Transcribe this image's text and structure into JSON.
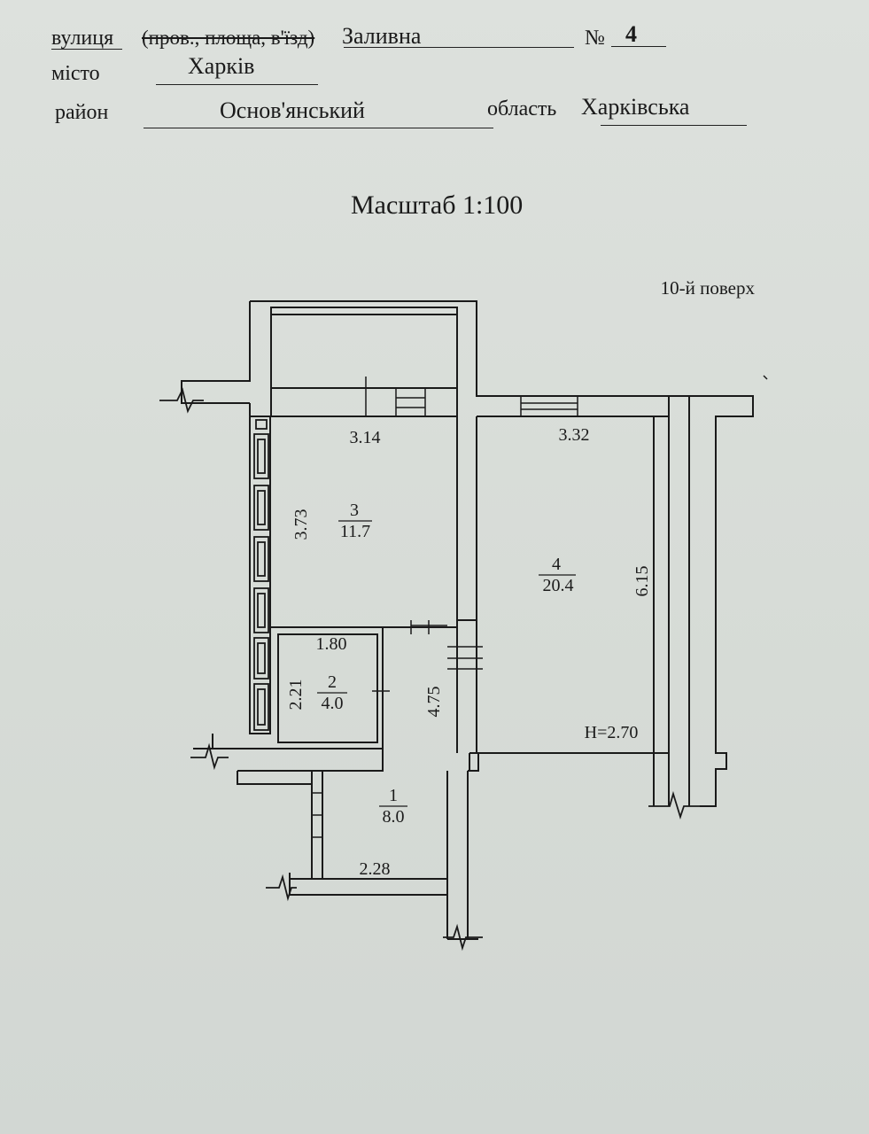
{
  "header": {
    "street_label": "вулиця",
    "street_types": "(пров., площа, в'їзд)",
    "street_value": "Заливна",
    "number_label": "№",
    "number_value": "4",
    "city_label": "місто",
    "city_value": "Харків",
    "district_label": "район",
    "district_value": "Основ'янський",
    "region_label": "область",
    "region_value": "Харківська"
  },
  "scale": "Масштаб 1:100",
  "floor": "10-й поверх",
  "rooms": [
    {
      "number": "1",
      "area": "8.0"
    },
    {
      "number": "2",
      "area": "4.0"
    },
    {
      "number": "3",
      "area": "11.7"
    },
    {
      "number": "4",
      "area": "20.4"
    }
  ],
  "dimensions": {
    "room3_width": "3.14",
    "room3_length": "3.73",
    "room4_width": "3.32",
    "room4_length": "6.15",
    "room2_width": "1.80",
    "room2_length": "2.21",
    "corridor_length": "4.75",
    "corridor_width": "2.28",
    "ceiling_height": "H=2.70"
  }
}
